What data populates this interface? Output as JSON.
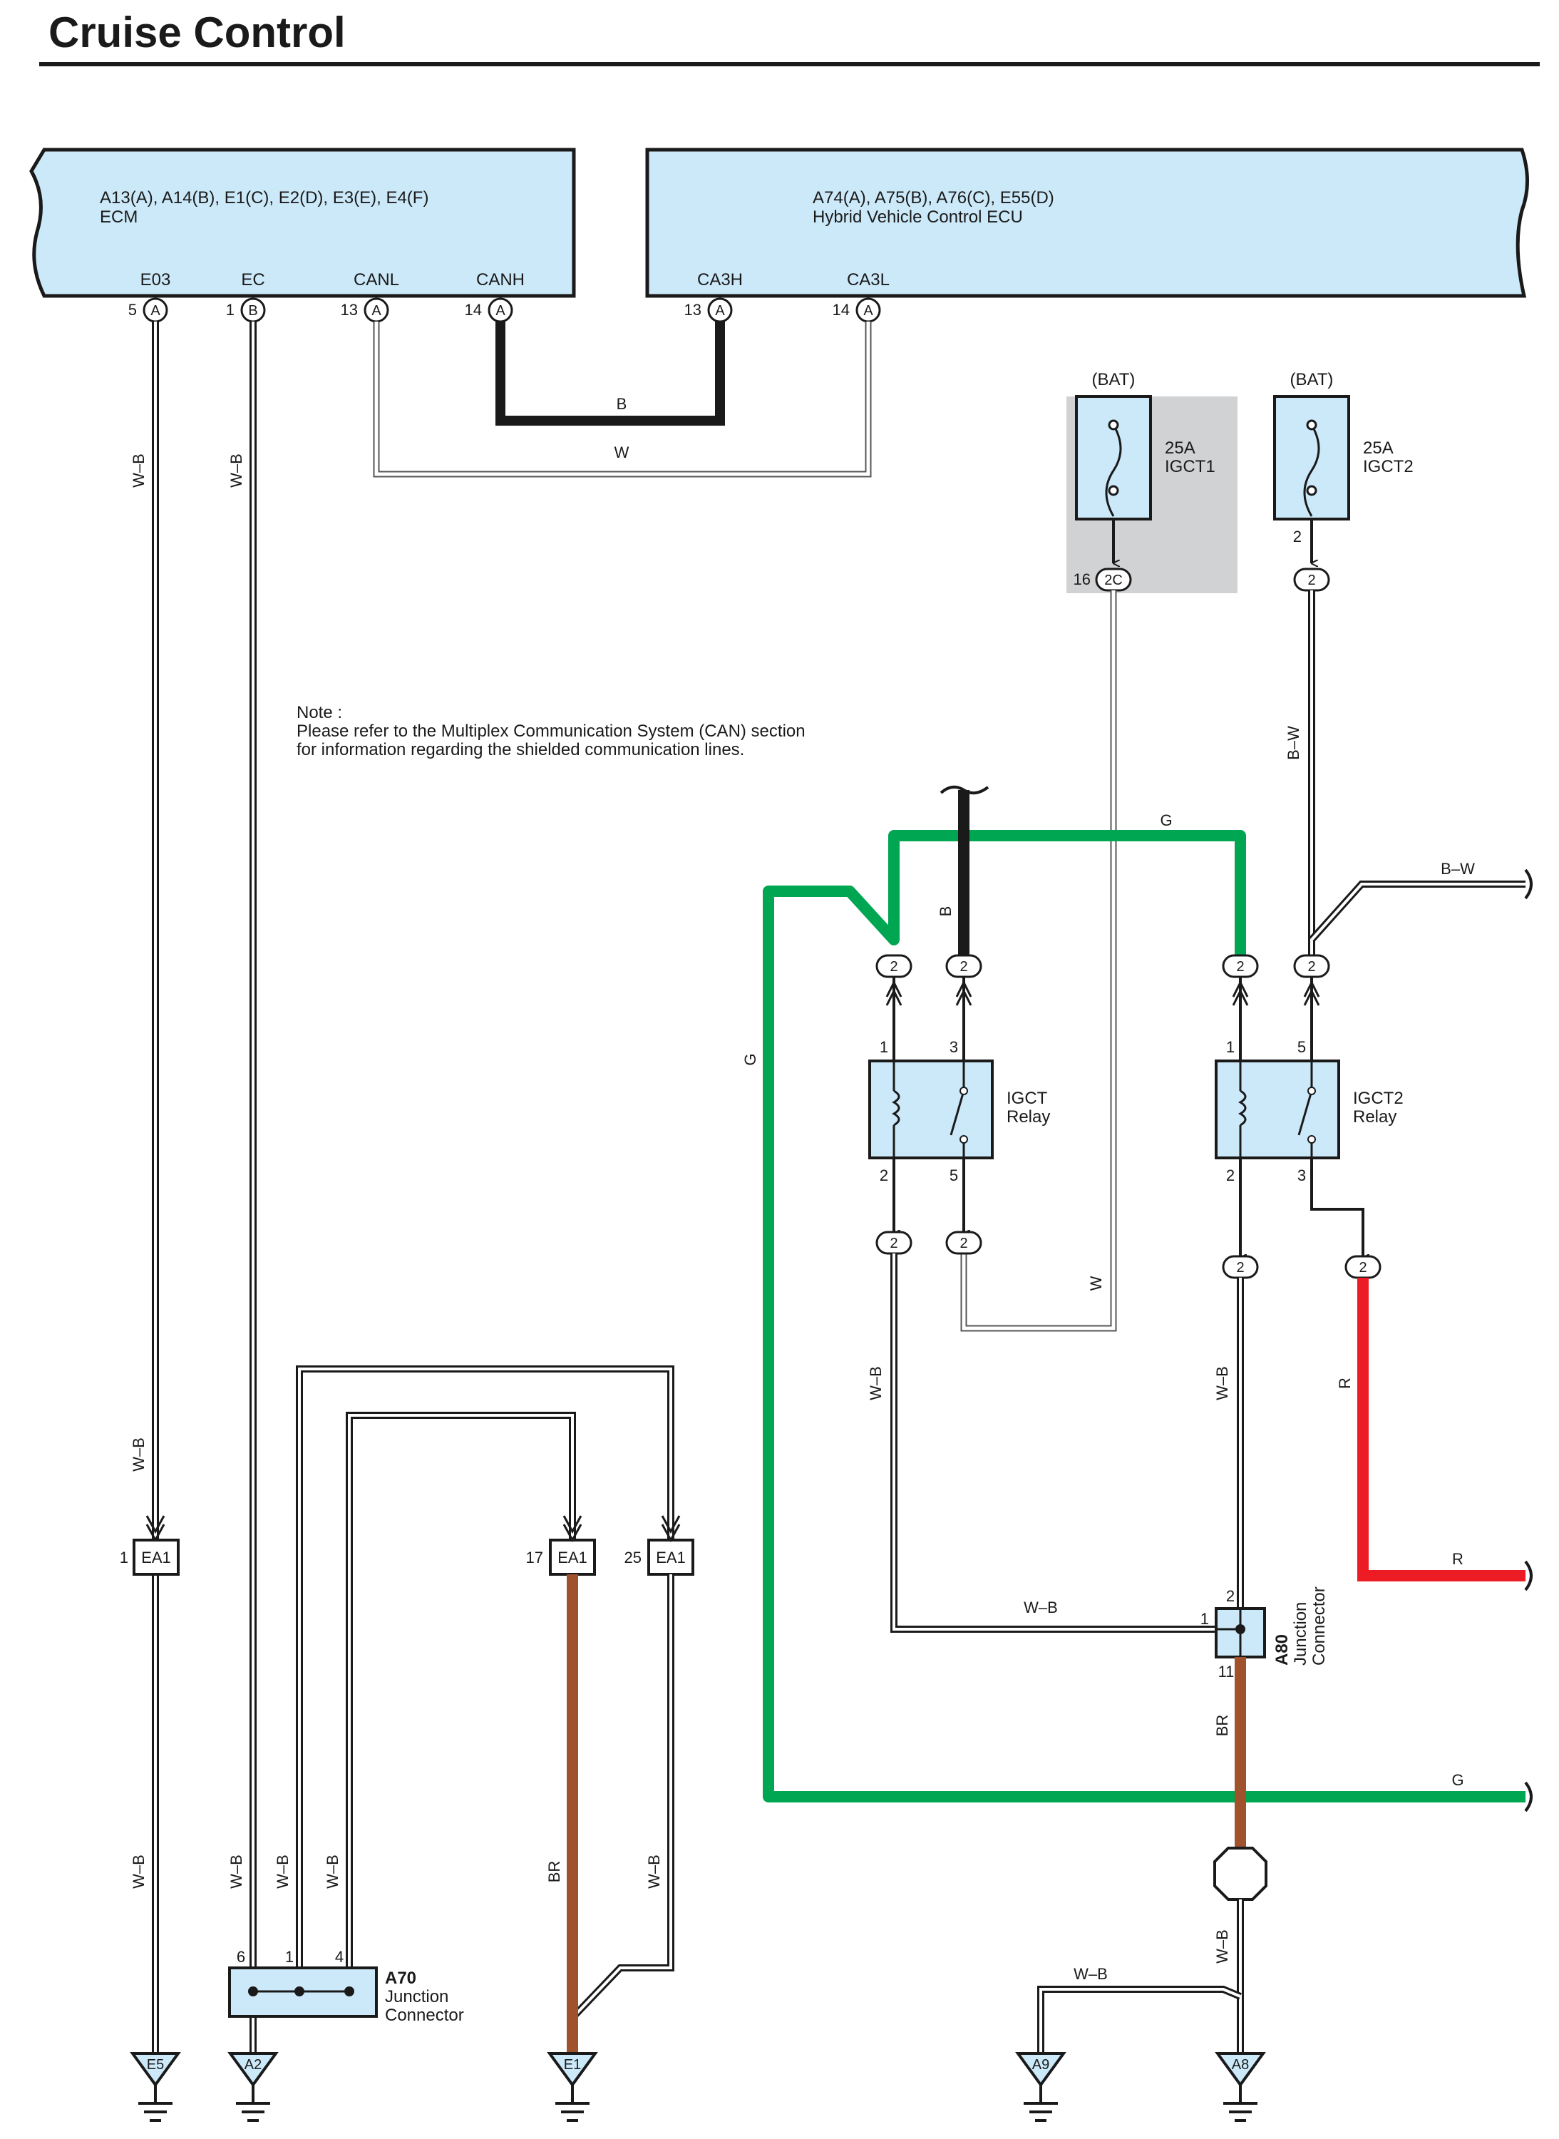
{
  "title": "Cruise Control",
  "ecm": {
    "connectors": "A13(A), A14(B), E1(C), E2(D), E3(E), E4(F)",
    "name": "ECM",
    "terminals": [
      {
        "name": "E03",
        "pin": "5",
        "conn": "A"
      },
      {
        "name": "EC",
        "pin": "1",
        "conn": "B"
      },
      {
        "name": "CANL",
        "pin": "13",
        "conn": "A"
      },
      {
        "name": "CANH",
        "pin": "14",
        "conn": "A"
      }
    ]
  },
  "hv_ecu": {
    "connectors": "A74(A), A75(B), A76(C), E55(D)",
    "name": "Hybrid Vehicle Control ECU",
    "terminals": [
      {
        "name": "CA3H",
        "pin": "13",
        "conn": "A"
      },
      {
        "name": "CA3L",
        "pin": "14",
        "conn": "A"
      }
    ]
  },
  "note": {
    "line1": "Note :",
    "line2": "Please refer to the Multiplex Communication System (CAN) section",
    "line3": "for information regarding the shielded communication lines."
  },
  "fuses": [
    {
      "source": "(BAT)",
      "rating": "25A",
      "name": "IGCT1",
      "pin": "16",
      "conn": "2C"
    },
    {
      "source": "(BAT)",
      "rating": "25A",
      "name": "IGCT2",
      "pin": "2",
      "conn": "2"
    }
  ],
  "relays": [
    {
      "line1": "IGCT",
      "line2": "Relay",
      "pins": [
        "1",
        "3",
        "2",
        "5"
      ]
    },
    {
      "line1": "IGCT2",
      "line2": "Relay",
      "pins": [
        "1",
        "5",
        "2",
        "3"
      ]
    }
  ],
  "junctions": [
    {
      "id": "A70",
      "line1": "Junction",
      "line2": "Connector",
      "pins": [
        "6",
        "1",
        "4"
      ]
    },
    {
      "id": "A80",
      "line1": "Junction",
      "line2": "Connector",
      "pins": [
        "2",
        "1",
        "11"
      ]
    }
  ],
  "ea1": [
    {
      "pin": "1",
      "label": "EA1"
    },
    {
      "pin": "17",
      "label": "EA1"
    },
    {
      "pin": "25",
      "label": "EA1"
    }
  ],
  "connector2": "2",
  "grounds": [
    "E5",
    "A2",
    "E1",
    "A9",
    "A8"
  ],
  "wires": {
    "wb": "W–B",
    "b": "B",
    "w": "W",
    "g": "G",
    "bw": "B–W",
    "r": "R",
    "br": "BR"
  },
  "colors": {
    "box_fill": "#cce9f9",
    "green": "#00a651",
    "red": "#ed1c24",
    "brown": "#a0522d",
    "black": "#1a1a1a",
    "shade": "#d1d2d4"
  }
}
